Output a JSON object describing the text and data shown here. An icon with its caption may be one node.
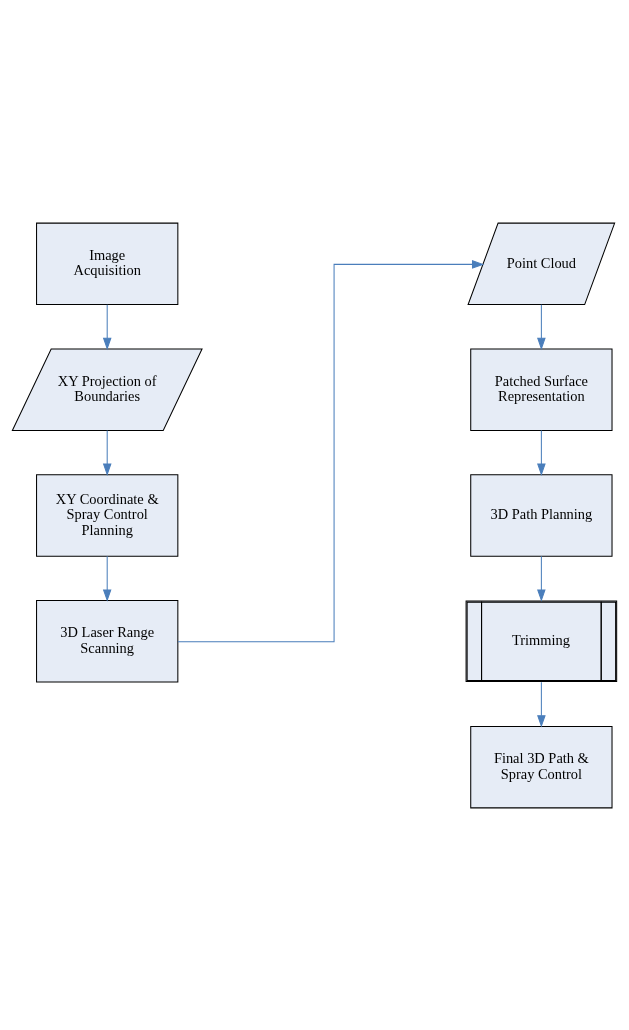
{
  "diagram": {
    "nodes": [
      {
        "text": [
          "Image Acquisition"
        ]
      },
      {
        "text": [
          "XY Projection of Boundaries"
        ]
      },
      {
        "text": [
          "XY Coordinate & Spray Control Planning"
        ]
      },
      {
        "text": [
          "3D Laser Range Scanning"
        ]
      },
      {
        "text": [
          "Point Cloud"
        ]
      },
      {
        "text": [
          "Patched Surface Representation"
        ]
      },
      {
        "text": [
          "3D Path Planning"
        ]
      },
      {
        "text": [
          "Trimming"
        ]
      },
      {
        "text": [
          "Final 3D Path & Spray Control"
        ]
      }
    ],
    "edges": [
      {
        "from": 0,
        "to": 1,
        "arrow": "to"
      },
      {
        "from": 1,
        "to": 2,
        "arrow": "to"
      },
      {
        "from": 2,
        "to": 3,
        "arrow": "to"
      },
      {
        "from": 3,
        "to": 4,
        "arrow": "to"
      },
      {
        "from": 4,
        "to": 5,
        "arrow": "to"
      },
      {
        "from": 5,
        "to": 6,
        "arrow": "to"
      },
      {
        "from": 6,
        "to": 7,
        "arrow": "to"
      },
      {
        "from": 7,
        "to": 8,
        "arrow": "to"
      }
    ]
  }
}
